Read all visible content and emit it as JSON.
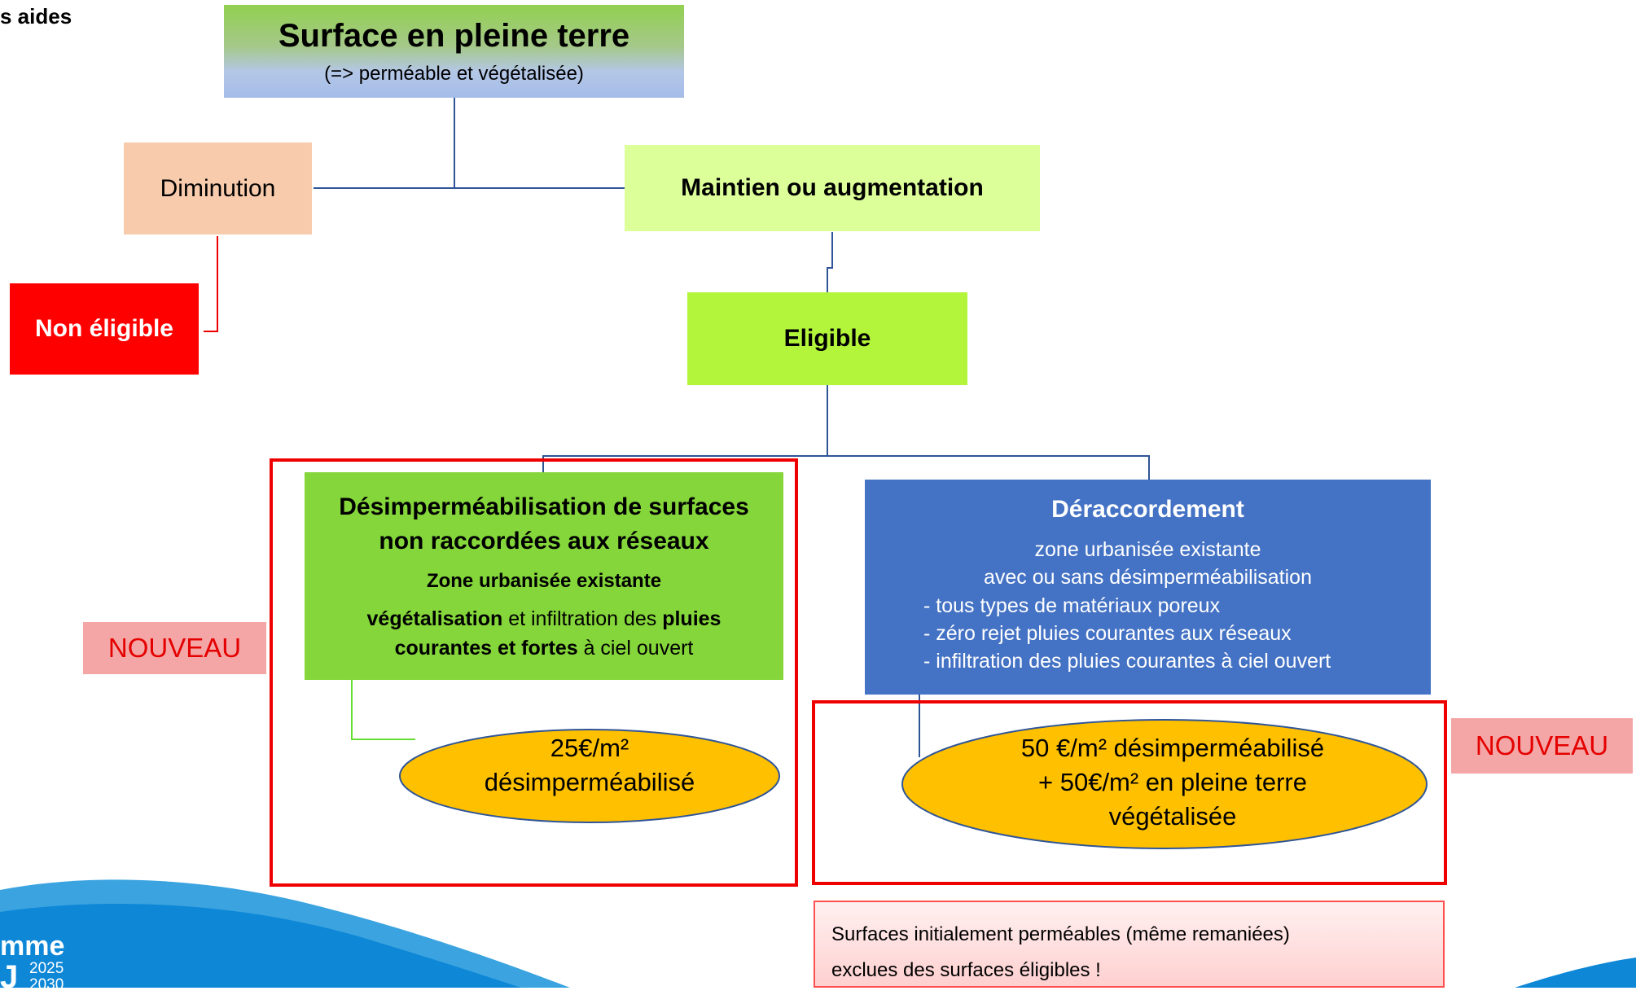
{
  "header": {
    "partial_title": "s aides"
  },
  "top_box": {
    "title": "Surface en pleine terre",
    "subtitle": "(=> perméable et végétalisée)"
  },
  "decrease_box": {
    "label": "Diminution"
  },
  "maintain_box": {
    "label": "Maintien ou augmentation"
  },
  "not_eligible_box": {
    "label": "Non éligible"
  },
  "eligible_box": {
    "label": "Eligible"
  },
  "desimperm_box": {
    "title_line1": "Désimperméabilisation de surfaces",
    "title_line2": "non raccordées aux réseaux",
    "subtitle": "Zone urbanisée existante",
    "desc_b1": "végétalisation",
    "desc_t1": " et infiltration des ",
    "desc_b2": "pluies",
    "desc_b3": "courantes et fortes",
    "desc_t2": " à ciel ouvert"
  },
  "deracc_box": {
    "title": "Déraccordement",
    "sub1": "zone urbanisée existante",
    "sub2": "avec ou sans désimperméabilisation",
    "items": [
      "- tous types de matériaux poreux",
      "- zéro rejet pluies courantes aux réseaux",
      "- infiltration des pluies courantes à ciel ouvert"
    ]
  },
  "left_rate": {
    "line1": "25€/m²",
    "line2": "désimperméabilisé"
  },
  "right_rate": {
    "line1": "50 €/m² désimperméabilisé",
    "line2": "+ 50€/m² en pleine terre",
    "line3": "végétalisée"
  },
  "badges": {
    "new_left": "NOUVEAU",
    "new_right": "NOUVEAU"
  },
  "note": {
    "line1": "Surfaces initialement perméables (même remaniées)",
    "line2": "exclues des surfaces éligibles !"
  },
  "logo": {
    "text1": "mme",
    "text2": "J",
    "year1": "2025",
    "year2": "2030"
  },
  "colors": {
    "connector": "#2f5597",
    "connector_red": "#ee0000",
    "connector_green": "#66dd33",
    "ellipse_fill": "#ffc000",
    "ellipse_stroke": "#2f5597",
    "frame_red": "#ee0000",
    "deracc_bg": "#4472c4",
    "desimperm_bg": "#84d63a"
  }
}
